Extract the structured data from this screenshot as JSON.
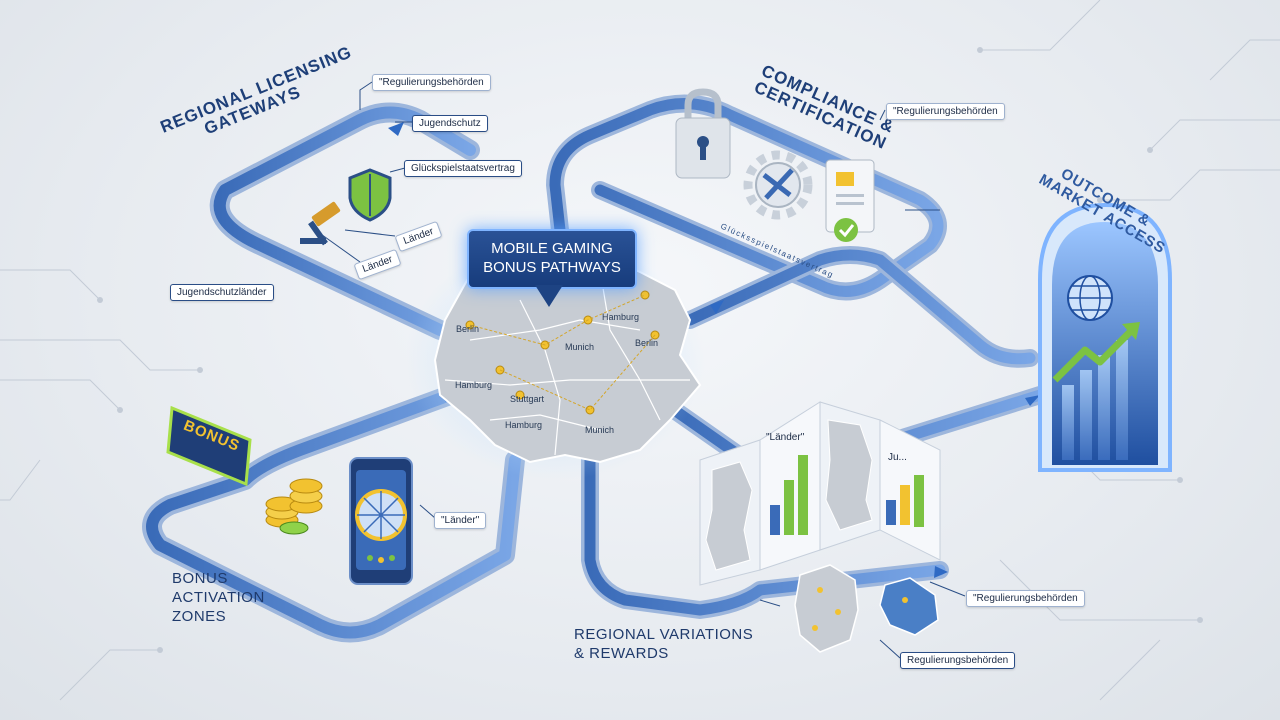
{
  "title": {
    "line1": "MOBILE GAMING",
    "line2": "BONUS PATHWAYS"
  },
  "sections": {
    "licensing": {
      "line1": "REGIONAL LICENSING",
      "line2": "GATEWAYS"
    },
    "compliance": {
      "line1": "COMPLIANCE &",
      "line2": "CERTIFICATION"
    },
    "outcome": {
      "line1": "OUTCOME &",
      "line2": "MARKET ACCESS"
    },
    "bonus_zones": {
      "line1": "BONUS",
      "line2": "ACTIVATION",
      "line3": "ZONES"
    },
    "regional": {
      "line1": "REGIONAL VARIATIONS",
      "line2": "& REWARDS"
    }
  },
  "labels": {
    "reg_top": "\"Regulierungsbehörden",
    "jugendschutz": "Jugendschutz",
    "gluecksspiel": "Glückspielstaatsvertrag",
    "laender_a": "Länder",
    "laender_b": "Länder",
    "jugendschutz_laender": "Jugendschutzländer",
    "reg_compliance": "\"Regulierungsbehörden",
    "laender_quote": "\"Länder\"",
    "laender_chart": "\"Länder\"",
    "reg_right": "\"Regulierungsbehörden",
    "reg_bottom": "Regulierungsbehörden",
    "path_text": "Glücksspielstaatsvertrag"
  },
  "badge": {
    "bonus": "BONUS"
  },
  "map_cities": {
    "berlin": "Berlin",
    "hamburg_top": "Hamburg",
    "munich_mid": "Munich",
    "hamburg_left": "Hamburg",
    "stuttgart": "Stuttgart",
    "hamburg_low": "Hamburg",
    "munich_low": "Munich",
    "berlin_right": "Berlin"
  },
  "chart_text": {
    "short": "Ju..."
  },
  "icons": [
    "lock-icon",
    "shield-icon",
    "gavel-icon",
    "gear-icon",
    "document-check-icon",
    "globe-icon",
    "growth-arrow-icon",
    "coins-icon",
    "phone-wheel-icon"
  ],
  "colors": {
    "path": "#4f7fc8",
    "path_dark": "#2a5aa8",
    "accent_yellow": "#f2c230",
    "accent_green": "#7cc242",
    "glow": "#5aa0ff"
  }
}
